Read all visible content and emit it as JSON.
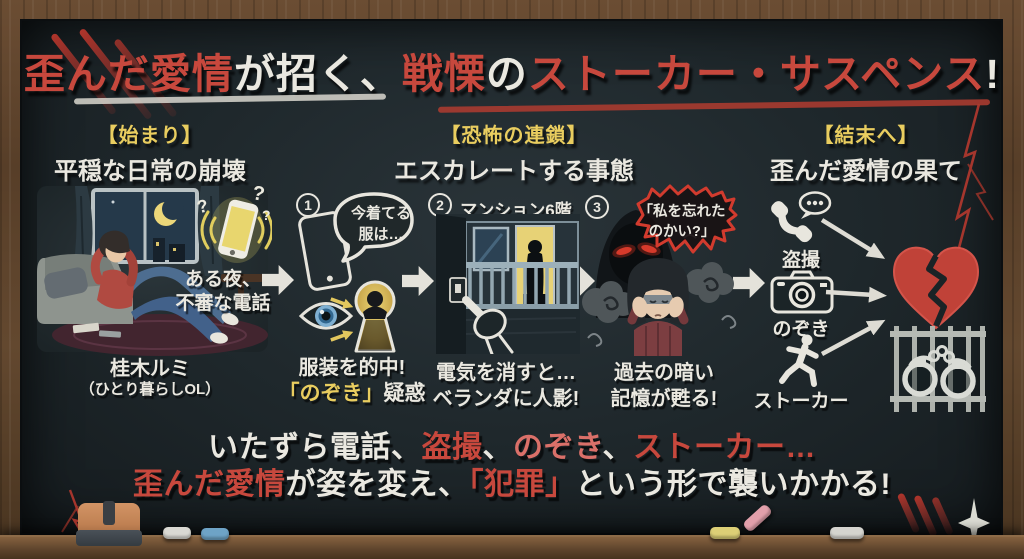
{
  "colors": {
    "chalk_red": "#c7483d",
    "chalk_pink": "#da7069",
    "chalk_yellow": "#e9cd5f",
    "chalk_white": "#eae8e0",
    "chalk_blue": "#6fa3c6",
    "board": "#1f282c",
    "wood": "#5d432f",
    "heart_red": "#c04238"
  },
  "title": {
    "segments": [
      {
        "text": "歪んだ愛情",
        "color": "red"
      },
      {
        "text": "が招く、",
        "color": "white"
      },
      {
        "text": "戦慄",
        "color": "red"
      },
      {
        "text": "の",
        "color": "white"
      },
      {
        "text": "ストーカー・サスペンス",
        "color": "red"
      },
      {
        "text": "!",
        "color": "white"
      }
    ]
  },
  "columns": [
    {
      "tag": "【始まり】",
      "subtitle": "平穏な日常の崩壊"
    },
    {
      "tag": "【恐怖の連鎖】",
      "subtitle": "エスカレートする事態"
    },
    {
      "tag": "【結末へ】",
      "subtitle": "歪んだ愛情の果て"
    }
  ],
  "intro": {
    "phone_note_line1": "ある夜、",
    "phone_note_line2": "不審な電話",
    "name": "桂木ルミ",
    "name_sub": "（ひとり暮らしOL）"
  },
  "step1": {
    "num": "1",
    "bubble_line1": "今着てる",
    "bubble_line2": "服は…",
    "cap1": "服装を的中!",
    "cap2_hl": "「のぞき」",
    "cap2_rest": "疑惑"
  },
  "step2": {
    "num": "2",
    "label": "マンション6階",
    "cap1": "電気を消すと…",
    "cap2": "ベランダに人影!"
  },
  "step3": {
    "num": "3",
    "bubble_line1": "「私を忘れた",
    "bubble_line2": "のかい?」",
    "cap1": "過去の暗い",
    "cap2": "記憶が甦る!"
  },
  "outcomes": {
    "items": [
      {
        "icon": "phone-call-icon",
        "label": "盗撮"
      },
      {
        "icon": "camera-icon",
        "label": "のぞき"
      },
      {
        "icon": "runner-icon",
        "label": "ストーカー"
      }
    ]
  },
  "footer": {
    "line1": [
      {
        "text": "いたずら電話、",
        "color": "white"
      },
      {
        "text": "盗撮",
        "color": "red"
      },
      {
        "text": "、",
        "color": "white"
      },
      {
        "text": "のぞき",
        "color": "pink"
      },
      {
        "text": "、",
        "color": "white"
      },
      {
        "text": "ストーカー…",
        "color": "red"
      }
    ],
    "line2": [
      {
        "text": "歪んだ愛情",
        "color": "red"
      },
      {
        "text": "が姿を変え、",
        "color": "white"
      },
      {
        "text": "「犯罪」",
        "color": "red"
      },
      {
        "text": "という形で襲いかかる!",
        "color": "white"
      }
    ]
  }
}
